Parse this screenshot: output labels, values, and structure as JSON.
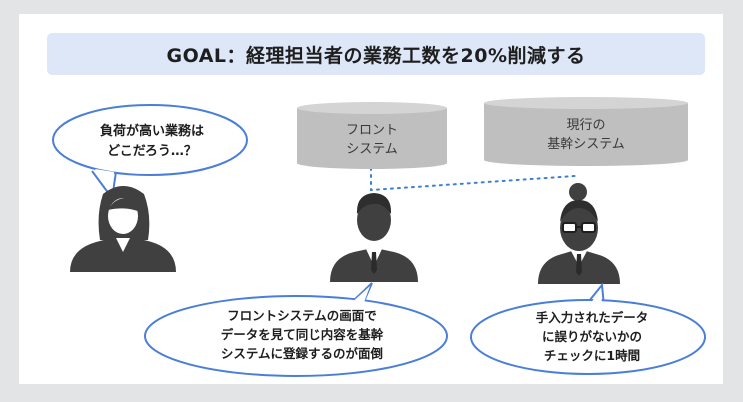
{
  "goal": {
    "text": "GOAL：経理担当者の業務工数を20%削減する"
  },
  "systems": {
    "front": {
      "line1": "フロント",
      "line2": "システム"
    },
    "current": {
      "line1": "現行の",
      "line2": "基幹システム"
    }
  },
  "bubbles": {
    "left": {
      "line1": "負荷が高い業務は",
      "line2": "どこだろう…？"
    },
    "middle": {
      "line1": "フロントシステムの画面で",
      "line2": "データを見て同じ内容を基幹",
      "line3": "システムに登録するのが面倒"
    },
    "right": {
      "line1": "手入力されたデータ",
      "line2": "に誤りがないかの",
      "line3": "チェックに1時間"
    }
  },
  "colors": {
    "banner": "#dde7f7",
    "cylinder": "#bfbfbf",
    "bubble_border": "#4a7ed8",
    "person": "#404040",
    "dotted_line": "#3f7fd1"
  },
  "icons": [
    "woman-person-icon",
    "man-person-icon",
    "woman-glasses-person-icon"
  ]
}
